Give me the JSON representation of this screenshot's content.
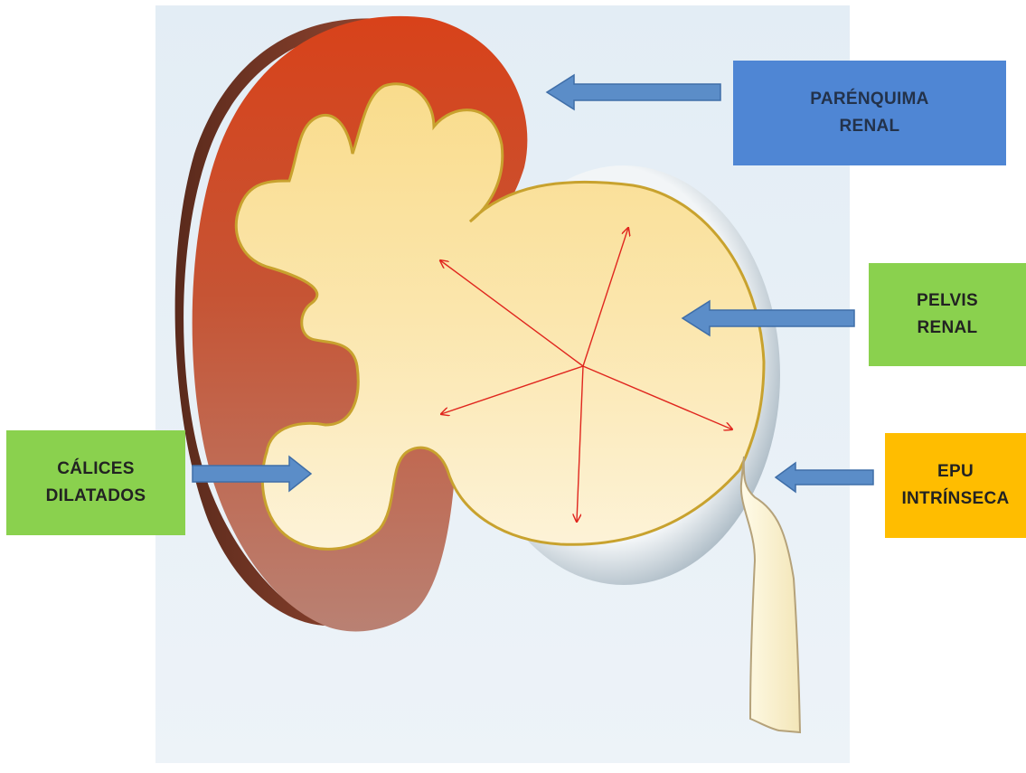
{
  "labels": {
    "parenquima": {
      "line1": "PARÉNQUIMA",
      "line2": "RENAL",
      "color": "#4f86d4"
    },
    "pelvis": {
      "line1": "PELVIS",
      "line2": "RENAL",
      "color": "#8ad14e"
    },
    "calices": {
      "line1": "CÁLICES",
      "line2": "DILATADOS",
      "color": "#8ad14e"
    },
    "epu": {
      "line1": "EPU",
      "line2": "INTRÍNSECA",
      "color": "#ffbd00"
    }
  },
  "colors": {
    "background_panel": "#e5eef6",
    "parenchyma": "#d2461e",
    "calyx_fill": "#fbe7a9",
    "pelvis_rim": "#a9b8c3",
    "arrow": "#5b8dc8",
    "dilation_arrows": "#e0261e"
  }
}
